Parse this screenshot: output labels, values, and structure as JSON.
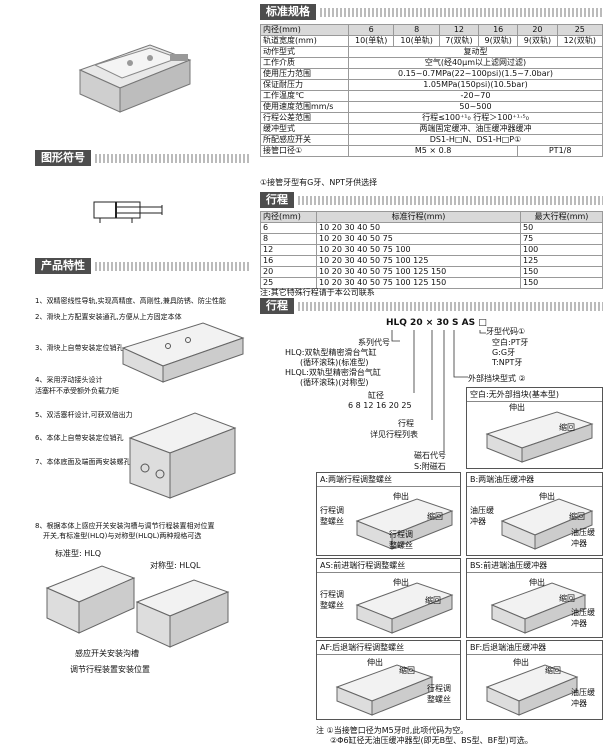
{
  "sections": {
    "spec": "标准规格",
    "symbol": "图形符号",
    "features": "产品特性",
    "stroke": "行程",
    "order": "行程"
  },
  "spec_table": {
    "header": [
      "内径(mm)",
      "6",
      "8",
      "12",
      "16",
      "20",
      "25"
    ],
    "rows": [
      {
        "name": "轨道宽度(mm)",
        "cells": [
          "10(单轨)",
          "10(单轨)",
          "7(双轨)",
          "9(双轨)",
          "9(双轨)",
          "12(双轨)"
        ]
      },
      {
        "name": "动作型式",
        "span": "复动型"
      },
      {
        "name": "工作介质",
        "span": "空气(经40μm以上滤网过滤)"
      },
      {
        "name": "使用压力范围",
        "span": "0.15~0.7MPa(22~100psi)(1.5~7.0bar)"
      },
      {
        "name": "保证耐压力",
        "span": "1.05MPa(150psi)(10.5bar)"
      },
      {
        "name": "工作温度℃",
        "span": "-20~70"
      },
      {
        "name": "使用速度范围mm/s",
        "span": "50~500"
      },
      {
        "name": "行程公差范围",
        "span": "行程≤100⁺¹₀ 行程＞100⁺¹·⁵₀"
      },
      {
        "name": "缓冲型式",
        "span": "两端固定缓冲、油压缓冲器缓冲"
      },
      {
        "name": "所配感应开关",
        "span": "DS1-H□N、DS1-H□P①"
      },
      {
        "name": "接管口径①",
        "split": [
          "M5 × 0.8",
          "PT1/8"
        ]
      }
    ],
    "note": "①接管牙型有G牙、NPT牙供选择"
  },
  "stroke_table": {
    "header": [
      "内径(mm)",
      "标准行程(mm)",
      "最大行程(mm)"
    ],
    "rows": [
      [
        "6",
        "10 20 30 40 50",
        "50"
      ],
      [
        "8",
        "10 20 30 40 50 75",
        "75"
      ],
      [
        "12",
        "10 20 30 40 50 75 100",
        "100"
      ],
      [
        "16",
        "10 20 30 40 50 75 100 125",
        "125"
      ],
      [
        "20",
        "10 20 30 40 50 75 100 125 150",
        "150"
      ],
      [
        "25",
        "10 20 30 40 50 75 100 125 150",
        "150"
      ]
    ],
    "note": "注:其它特殊行程请于本公司联系"
  },
  "features": [
    "1、双精密线性导轨,实现高精度、高刚性,兼具防锈、防尘性能",
    "2、滑块上方配置安装通孔,方便从上方固定本体",
    "3、滑块上自带安装定位销孔",
    "4、采用浮动接头设计",
    "活塞杆不承受额外负载力矩",
    "5、双活塞杆设计,可获双倍出力",
    "6、本体上自带安装定位销孔",
    "7、本体底面及端面两安装螺孔",
    "8、根据本体上感应开关安装沟槽与调节行程装置相对位置",
    "开关,有标准型(HLQ)与对称型(HLQL)两种规格可选",
    "标准型: HLQ",
    "对称型: HLQL",
    "感应开关安装沟槽",
    "调节行程装置安装位置"
  ],
  "order": {
    "code": "HLQ 20 × 30 S AS □",
    "left": [
      "系列代号",
      "HLQ:双轨型精密滑台气缸",
      "(循环滚珠)(标准型)",
      "HLQL:双轨型精密滑台气缸",
      "(循环滚珠)(对称型)",
      "缸径",
      "6 8 12 16 20 25",
      "行程",
      "详见行程列表",
      "磁石代号",
      "S:附磁石"
    ],
    "right": [
      "牙型代码①",
      "空白:PT牙",
      "G:G牙",
      "T:NPT牙",
      "外部挡块型式 ②"
    ],
    "boxes": [
      {
        "title": "空白:无外部挡块(基本型)",
        "labels": [
          "伸出",
          "缩回"
        ]
      },
      {
        "title": "A:两端行程调整螺丝",
        "labels": [
          "伸出",
          "缩回",
          "行程调整螺丝",
          "行程调整螺丝"
        ]
      },
      {
        "title": "B:两端油压缓冲器",
        "labels": [
          "伸出",
          "缩回",
          "油压缓冲器",
          "油压缓冲器"
        ]
      },
      {
        "title": "AS:前进端行程调整螺丝",
        "labels": [
          "伸出",
          "缩回",
          "行程调整螺丝"
        ]
      },
      {
        "title": "BS:前进端油压缓冲器",
        "labels": [
          "伸出",
          "缩回",
          "油压缓冲器"
        ]
      },
      {
        "title": "AF:后退端行程调整螺丝",
        "labels": [
          "伸出",
          "缩回",
          "行程调整螺丝"
        ]
      },
      {
        "title": "BF:后退端油压缓冲器",
        "labels": [
          "伸出",
          "缩回",
          "油压缓冲器"
        ]
      }
    ],
    "note1": "注 ①当接管口径为M5牙时,此项代码为空。",
    "note2": "②Φ6缸径无油压缓冲器型(即无B型、BS型、BF型)可选。"
  }
}
